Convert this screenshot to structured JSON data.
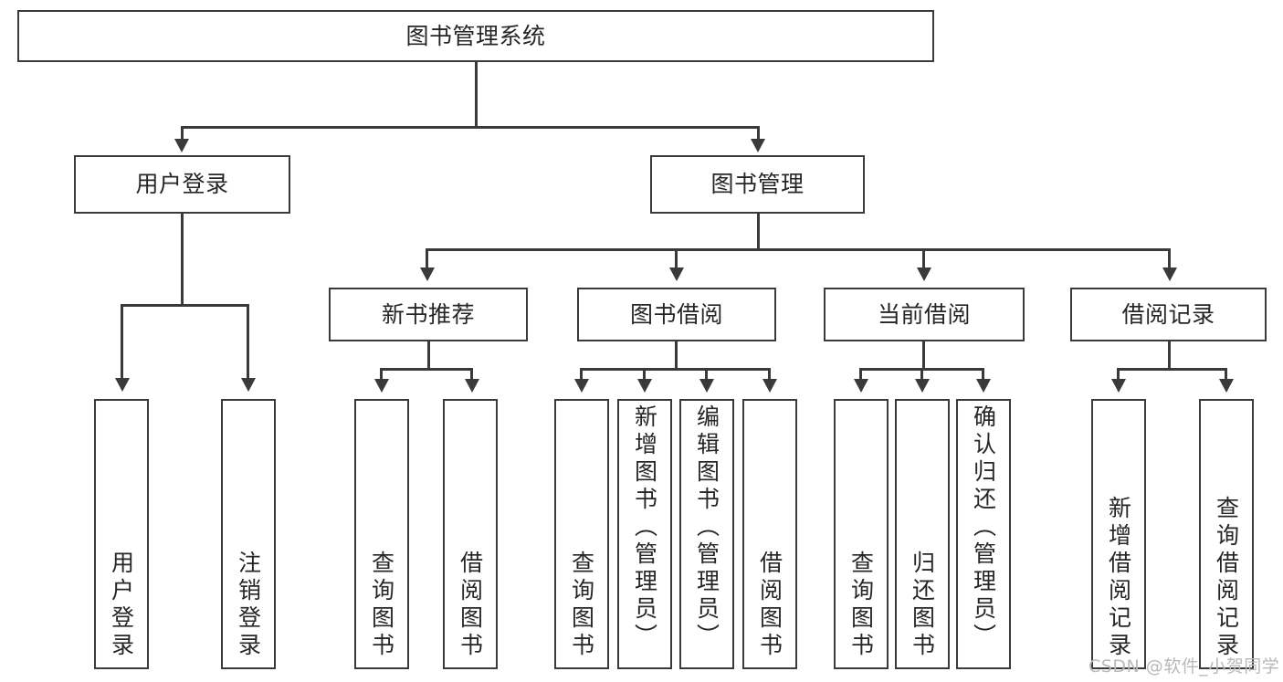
{
  "diagram": {
    "title": "图书管理系统",
    "type": "功能结构图",
    "root": {
      "id": "root",
      "label": "图书管理系统"
    },
    "level1": [
      {
        "id": "user-login",
        "label": "用户登录"
      },
      {
        "id": "book-manage",
        "label": "图书管理"
      }
    ],
    "level2": [
      {
        "id": "new-book-recommend",
        "label": "新书推荐",
        "parent": "book-manage"
      },
      {
        "id": "book-borrow",
        "label": "图书借阅",
        "parent": "book-manage"
      },
      {
        "id": "current-borrow",
        "label": "当前借阅",
        "parent": "book-manage"
      },
      {
        "id": "borrow-record",
        "label": "借阅记录",
        "parent": "book-manage"
      }
    ],
    "leaves": {
      "user_login": [
        {
          "id": "leaf-user-login",
          "label": "用户登录"
        },
        {
          "id": "leaf-logout-login",
          "label": "注销登录"
        }
      ],
      "new_book_recommend": [
        {
          "id": "leaf-query-book-1",
          "label": "查询图书"
        },
        {
          "id": "leaf-borrow-book-1",
          "label": "借阅图书"
        }
      ],
      "book_borrow": [
        {
          "id": "leaf-query-book-2",
          "label": "查询图书"
        },
        {
          "id": "leaf-add-book",
          "label": "新增图书（管理员）"
        },
        {
          "id": "leaf-edit-book",
          "label": "编辑图书（管理员）"
        },
        {
          "id": "leaf-borrow-book-2",
          "label": "借阅图书"
        }
      ],
      "current_borrow": [
        {
          "id": "leaf-query-book-3",
          "label": "查询图书"
        },
        {
          "id": "leaf-return-book",
          "label": "归还图书"
        },
        {
          "id": "leaf-confirm-return",
          "label": "确认归还（管理员）"
        }
      ],
      "borrow_record": [
        {
          "id": "leaf-add-record",
          "label": "新增借阅记录"
        },
        {
          "id": "leaf-query-record",
          "label": "查询借阅记录"
        }
      ]
    }
  },
  "watermark": {
    "text": "CSDN @软件_小贺同学"
  },
  "colors": {
    "stroke": "#3a3a3a",
    "fill": "#ffffff",
    "text": "#262626",
    "watermark": "#b9b9b9"
  }
}
